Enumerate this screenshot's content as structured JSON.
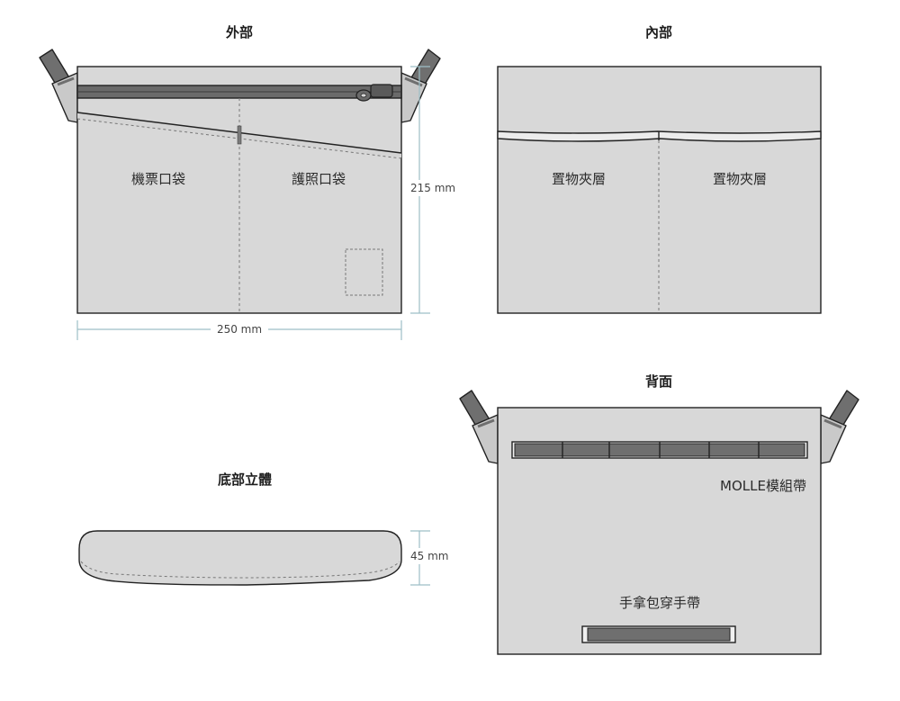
{
  "views": {
    "exterior": {
      "title": "外部",
      "ticket_pocket": "機票口袋",
      "passport_pocket": "護照口袋",
      "height_dim": "215 mm",
      "width_dim": "250 mm"
    },
    "interior": {
      "title": "內部",
      "left_compartment": "置物夾層",
      "right_compartment": "置物夾層"
    },
    "bottom": {
      "title": "底部立體",
      "depth_dim": "45 mm"
    },
    "back": {
      "title": "背面",
      "molle_label": "MOLLE模組帶",
      "handle_label": "手拿包穿手帶"
    }
  },
  "colors": {
    "panel": "#d8d8d8",
    "outline": "#222222",
    "strap": "#6f6f6f",
    "dimension_line": "#9dbfc6"
  }
}
